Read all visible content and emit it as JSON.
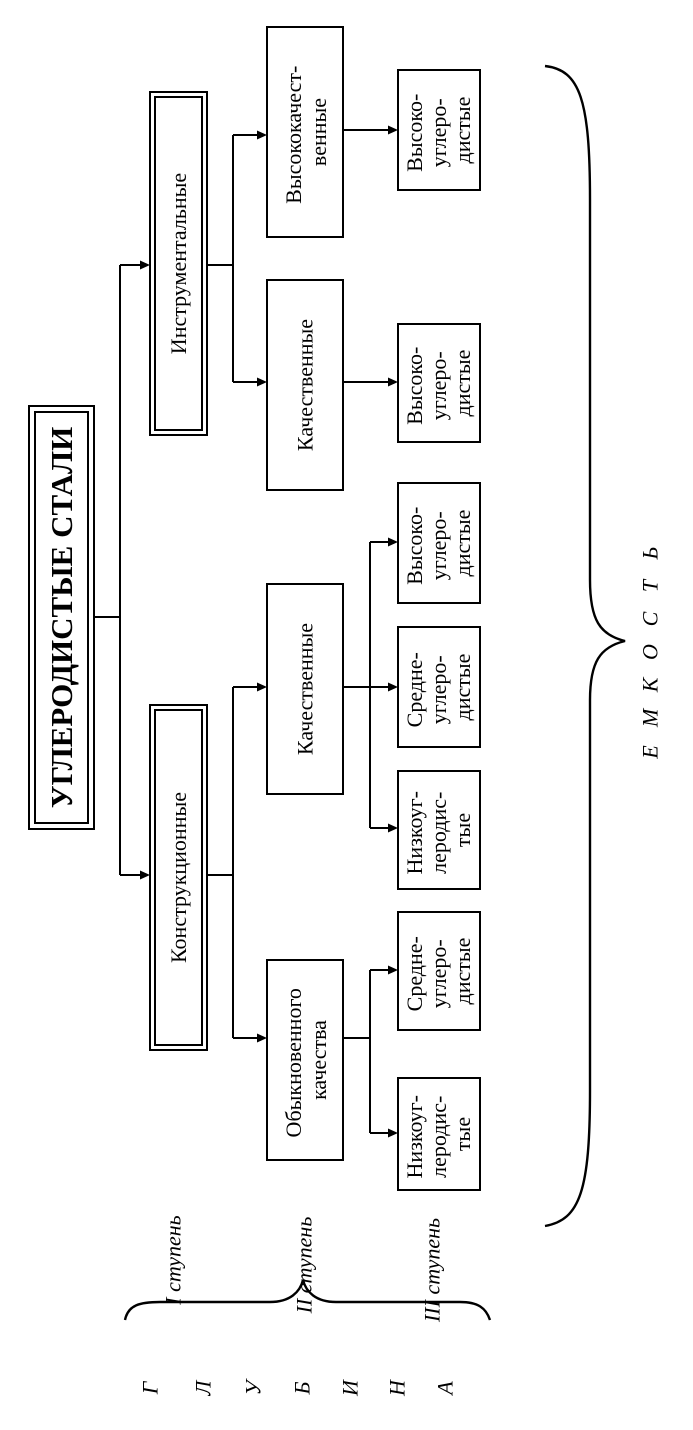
{
  "root": "УГЛЕРОДИСТЫЕ СТАЛИ",
  "level1": {
    "structural": "Конструкционные",
    "tool": "Инструментальные"
  },
  "level2": {
    "ordinary": [
      "Обыкновенного",
      "качества"
    ],
    "quality_structural": "Качественные",
    "quality_tool": "Качественные",
    "high_quality": [
      "Высококачест-",
      "венные"
    ]
  },
  "level3": {
    "ordinary_low": [
      "Низкоуг-",
      "леродис-",
      "тые"
    ],
    "ordinary_mid": [
      "Средне-",
      "углеро-",
      "дистые"
    ],
    "quality_low": [
      "Низкоуг-",
      "леродис-",
      "тые"
    ],
    "quality_mid": [
      "Средне-",
      "углеро-",
      "дистые"
    ],
    "quality_high": [
      "Высоко-",
      "углеро-",
      "дистые"
    ],
    "tool_quality_high": [
      "Высоко-",
      "углеро-",
      "дистые"
    ],
    "tool_hq_high": [
      "Высоко-",
      "углеро-",
      "дистые"
    ]
  },
  "stages": [
    "I ступень",
    "II ступень",
    "III ступень"
  ],
  "depth_letters": [
    "Г",
    "Л",
    "У",
    "Б",
    "И",
    "Н",
    "А"
  ],
  "capacity_letters": [
    "Е",
    "М",
    "К",
    "О",
    "С",
    "Т",
    "Ь"
  ]
}
